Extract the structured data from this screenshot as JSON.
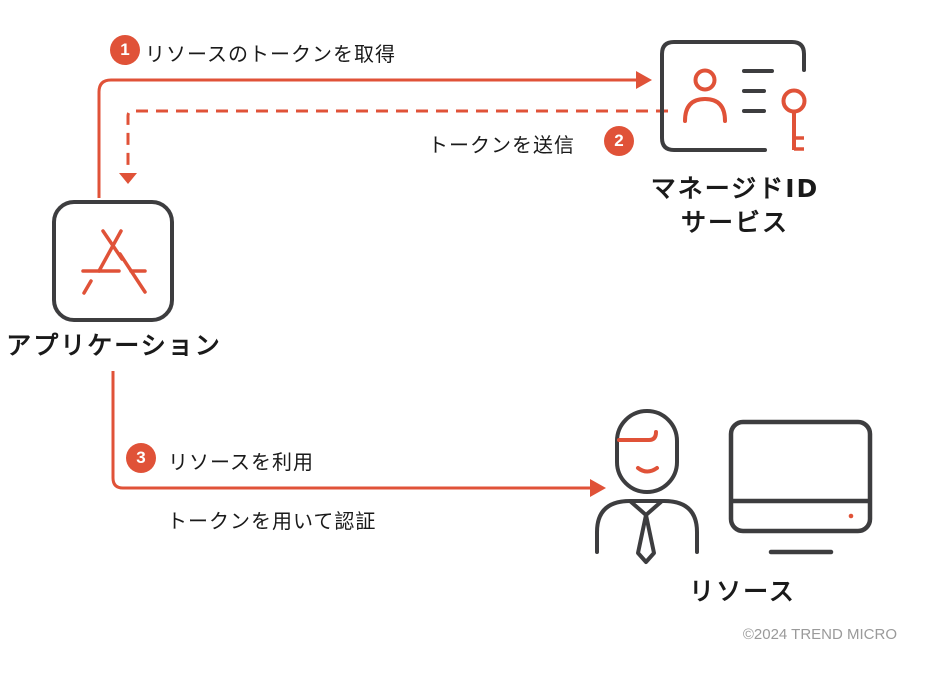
{
  "colors": {
    "accent": "#e05238",
    "outline": "#3d3d3f",
    "text": "#1a1a1a",
    "muted": "#9a9a9a"
  },
  "nodes": {
    "managed_id": {
      "label_line1": "マネージドID",
      "label_line2": "サービス",
      "icon": "id-card-key-icon"
    },
    "application": {
      "label": "アプリケーション",
      "icon": "app-store-icon"
    },
    "resource": {
      "label": "リソース",
      "icons": [
        "person-with-tie-icon",
        "monitor-icon"
      ]
    }
  },
  "steps": [
    {
      "number": "1",
      "label": "リソースのトークンを取得",
      "line_style": "solid"
    },
    {
      "number": "2",
      "label": "トークンを送信",
      "line_style": "dashed"
    },
    {
      "number": "3",
      "label": "リソースを利用",
      "sublabel": "トークンを用いて認証",
      "line_style": "solid"
    }
  ],
  "copyright": "©2024 TREND MICRO"
}
